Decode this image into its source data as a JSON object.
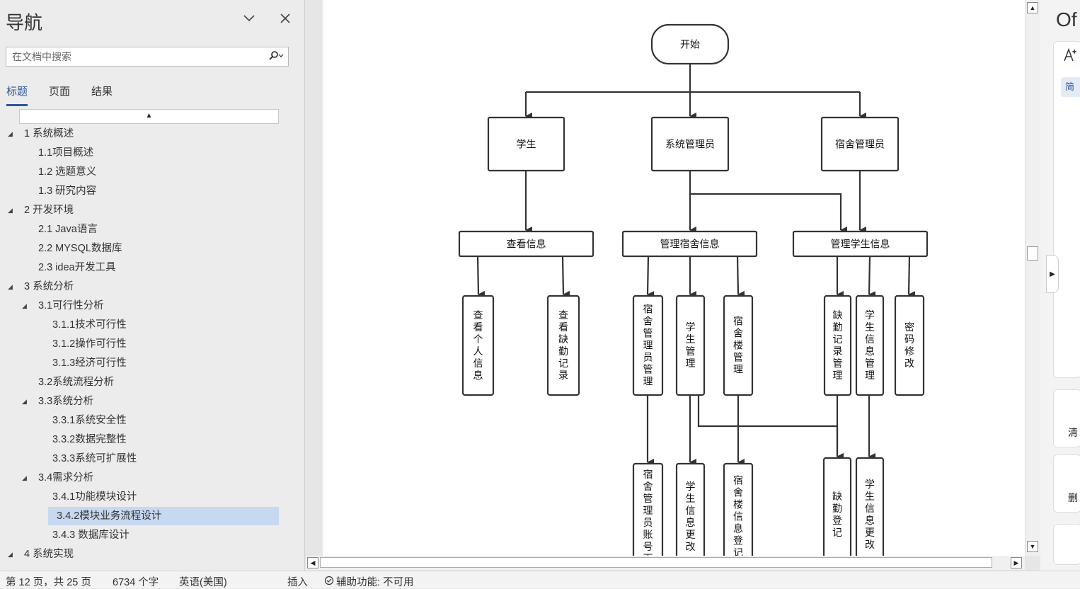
{
  "nav": {
    "title": "导航",
    "search_placeholder": "在文档中搜索",
    "tabs": [
      "标题",
      "页面",
      "结果"
    ],
    "collapse_glyph": "▲",
    "outline": [
      {
        "text": "1 系统概述",
        "level": 1,
        "expanded": true
      },
      {
        "text": "1.1项目概述",
        "level": 2
      },
      {
        "text": "1.2 选题意义",
        "level": 2
      },
      {
        "text": "1.3 研究内容",
        "level": 2
      },
      {
        "text": "2 开发环境",
        "level": 1,
        "expanded": true
      },
      {
        "text": "2.1 Java语言",
        "level": 2
      },
      {
        "text": "2.2 MYSQL数据库",
        "level": 2
      },
      {
        "text": "2.3 idea开发工具",
        "level": 2
      },
      {
        "text": "3 系统分析",
        "level": 1,
        "expanded": true
      },
      {
        "text": "3.1可行性分析",
        "level": 2,
        "expanded": true
      },
      {
        "text": "3.1.1技术可行性",
        "level": 3
      },
      {
        "text": "3.1.2操作可行性",
        "level": 3
      },
      {
        "text": "3.1.3经济可行性",
        "level": 3
      },
      {
        "text": "3.2系统流程分析",
        "level": 2
      },
      {
        "text": "3.3系统分析",
        "level": 2,
        "expanded": true
      },
      {
        "text": "3.3.1系统安全性",
        "level": 3
      },
      {
        "text": "3.3.2数据完整性",
        "level": 3
      },
      {
        "text": "3.3.3系统可扩展性",
        "level": 3
      },
      {
        "text": "3.4需求分析",
        "level": 2,
        "expanded": true
      },
      {
        "text": "3.4.1功能模块设计",
        "level": 3
      },
      {
        "text": "3.4.2模块业务流程设计",
        "level": 3,
        "selected": true
      },
      {
        "text": "3.4.3 数据库设计",
        "level": 3
      },
      {
        "text": "4 系统实现",
        "level": 1,
        "expanded": true
      }
    ]
  },
  "flowchart": {
    "start": "开始",
    "roles": [
      "学生",
      "系统管理员",
      "宿舍管理员"
    ],
    "modules": [
      "查看信息",
      "管理宿舍信息",
      "管理学生信息"
    ],
    "functions": [
      "查看个人信息",
      "查看缺勤记录",
      "宿舍管理员管理",
      "学生管理",
      "宿舍楼管理",
      "缺勤记录管理",
      "学生信息管理",
      "密码修改"
    ],
    "subfunctions": [
      "宿舍管理员账号更",
      "学生信息更改",
      "宿舍楼信息登记",
      "缺勤登记",
      "学生信息更改"
    ]
  },
  "right_pane": {
    "title": "Of",
    "card_texts": [
      "简",
      "清",
      "删"
    ]
  },
  "status": {
    "page": "第 12 页，共 25 页",
    "words": "6734 个字",
    "language": "英语(美国)",
    "mode": "插入",
    "accessibility": "辅助功能: 不可用"
  },
  "colors": {
    "accent": "#2b579a",
    "selection": "#c7d9f1"
  }
}
